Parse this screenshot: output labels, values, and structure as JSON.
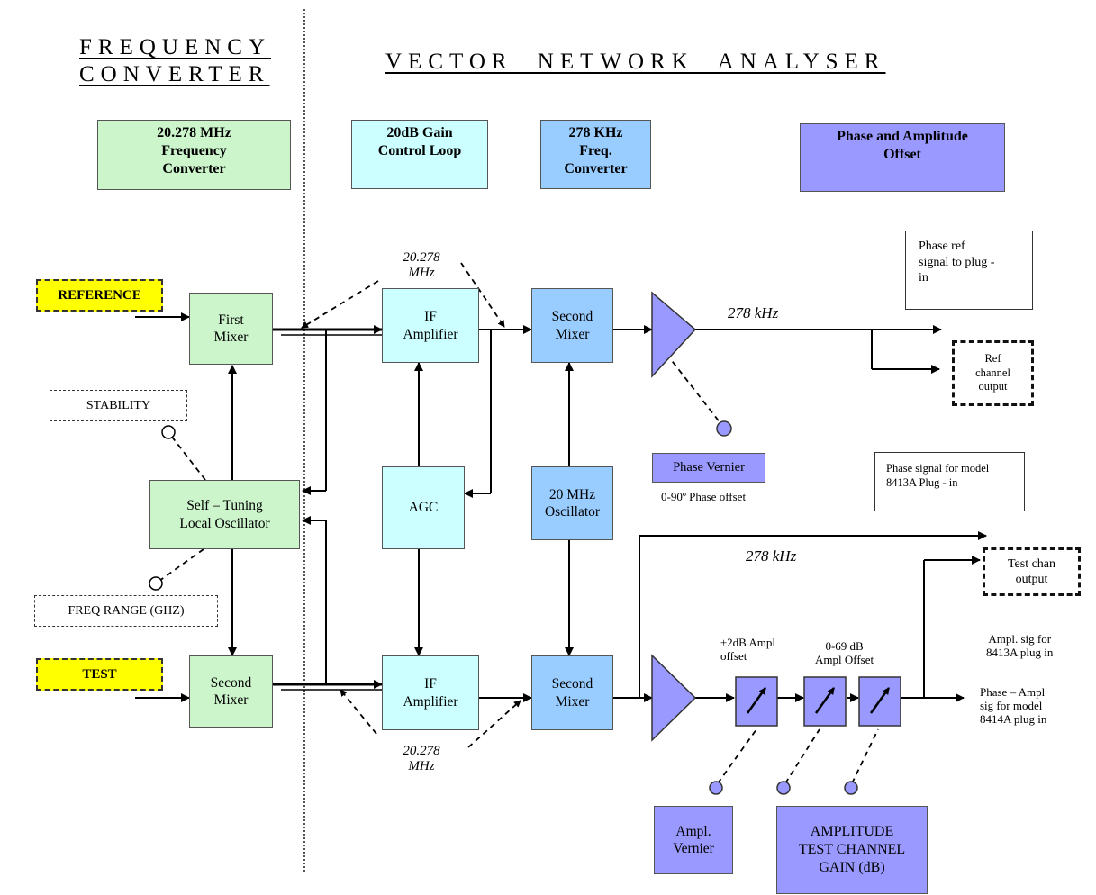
{
  "headings": {
    "frequency_converter_line1": "FREQUENCY",
    "frequency_converter_line2": "CONVERTER",
    "vector_network_analyser": "VECTOR NETWORK ANALYSER"
  },
  "legend": {
    "freq_converter": "20.278 MHz\nFrequency\nConverter",
    "gain_control": "20dB Gain\nControl Loop",
    "khz_converter": "278 KHz\nFreq.\nConverter",
    "phase_amplitude": "Phase and Amplitude\nOffset"
  },
  "inputs": {
    "reference": "REFERENCE",
    "test": "TEST"
  },
  "controls": {
    "stability": "STABILITY",
    "freq_range": "FREQ RANGE (GHZ)",
    "phase_vernier": "Phase Vernier",
    "phase_offset_note": "0-90º Phase offset",
    "ampl_vernier": "Ampl.\nVernier",
    "amplitude_gain": "AMPLITUDE\nTEST CHANNEL\nGAIN (dB)"
  },
  "blocks": {
    "first_mixer": "First\nMixer",
    "second_mixer_left": "Second\nMixer",
    "local_oscillator": "Self – Tuning\nLocal Oscillator",
    "if_amp_top": "IF\nAmplifier",
    "if_amp_bottom": "IF\nAmplifier",
    "agc": "AGC",
    "second_mixer_top": "Second\nMixer",
    "second_mixer_bottom": "Second\nMixer",
    "oscillator_20mhz": "20 MHz\nOscillator"
  },
  "signals": {
    "if_freq_top_line1": "20.278",
    "if_freq_top_line2": "MHz",
    "if_freq_bottom_line1": "20.278",
    "if_freq_bottom_line2": "MHz",
    "khz_top": "278 kHz",
    "khz_bottom": "278 kHz",
    "ampl_offset_2db": "±2dB Ampl\noffset",
    "ampl_offset_69db": "0-69 dB\nAmpl Offset"
  },
  "outputs": {
    "phase_ref": "Phase ref\nsignal to plug -\nin",
    "ref_channel": "Ref\nchannel\noutput",
    "phase_signal": "Phase signal for model\n8413A Plug - in",
    "test_chan": "Test chan\noutput",
    "ampl_sig": "Ampl. sig for\n8413A plug in",
    "phase_ampl": "Phase – Ampl\nsig for model\n8414A plug in"
  },
  "colors": {
    "green": "#ccf5cc",
    "cyan": "#ccffff",
    "blue": "#99ccff",
    "purple": "#9999ff",
    "yellow": "#ffff00"
  }
}
